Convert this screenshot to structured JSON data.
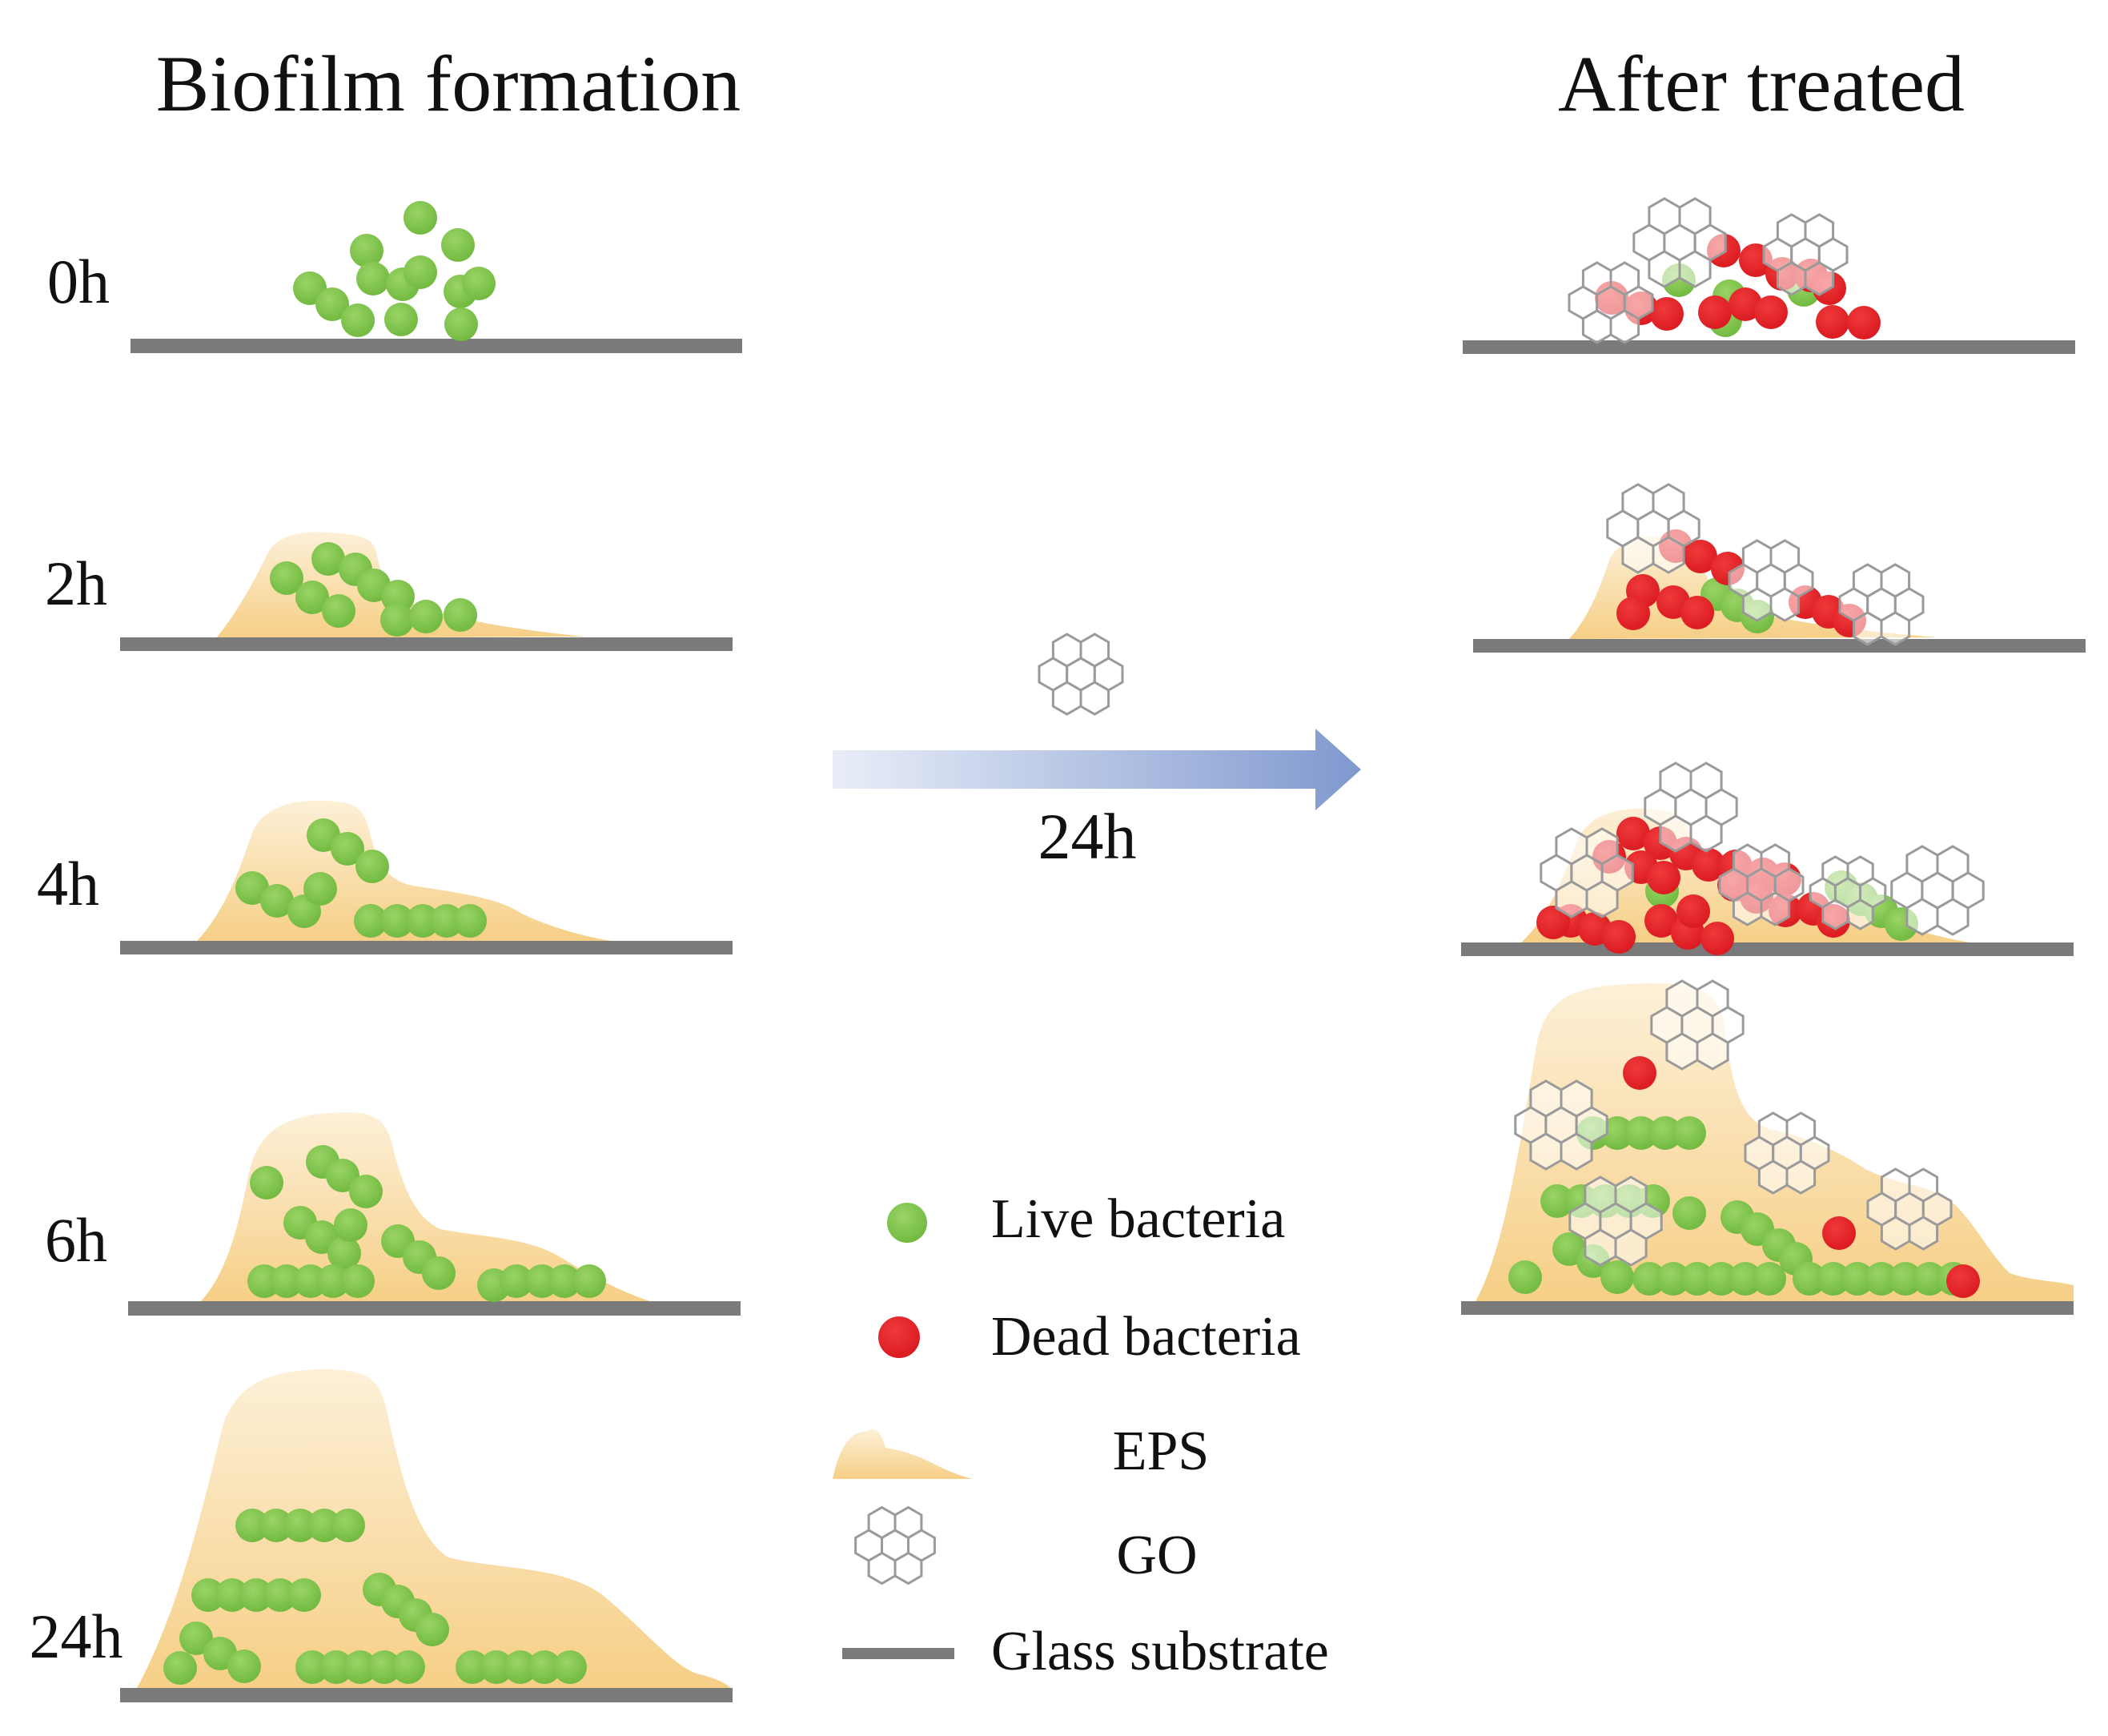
{
  "headings": {
    "left": "Biofilm formation",
    "right": "After treated"
  },
  "time_labels": [
    "0h",
    "2h",
    "4h",
    "6h",
    "24h"
  ],
  "treatment": {
    "duration": "24h",
    "agent_icon": "graphene-oxide-hexagon-icon"
  },
  "legend": {
    "live": "Live bacteria",
    "dead": "Dead bacteria",
    "eps": "EPS",
    "go": "GO",
    "glass": "Glass substrate"
  },
  "colors": {
    "live_bacteria": "#7cc34a",
    "dead_bacteria": "#e41e26",
    "eps": "#f6cf86",
    "eps_light": "#fdf0d8",
    "glass_substrate": "#7a7a7a",
    "arrow_start": "#e9eef8",
    "arrow_end": "#7f98cf",
    "go_stroke": "#9a9a9a"
  }
}
